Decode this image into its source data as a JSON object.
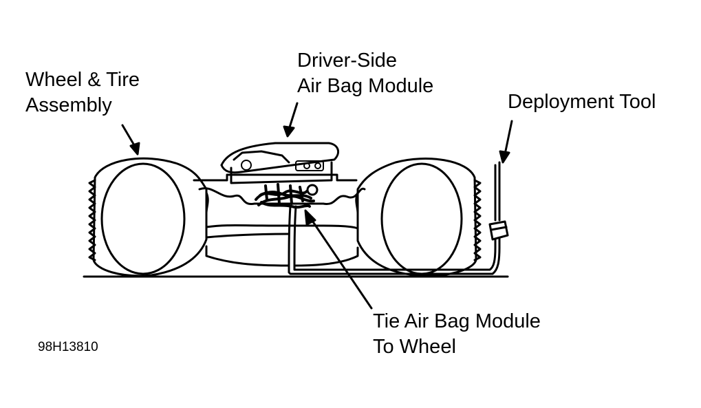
{
  "labels": {
    "wheel_tire": [
      "Wheel & Tire",
      "Assembly"
    ],
    "airbag_module": [
      "Driver-Side",
      "Air Bag Module"
    ],
    "deployment_tool": [
      "Deployment Tool"
    ],
    "tie_module": [
      "Tie Air Bag Module",
      "To Wheel"
    ]
  },
  "figure_id": "98H13810",
  "colors": {
    "ink": "#000000",
    "paper": "#ffffff"
  }
}
